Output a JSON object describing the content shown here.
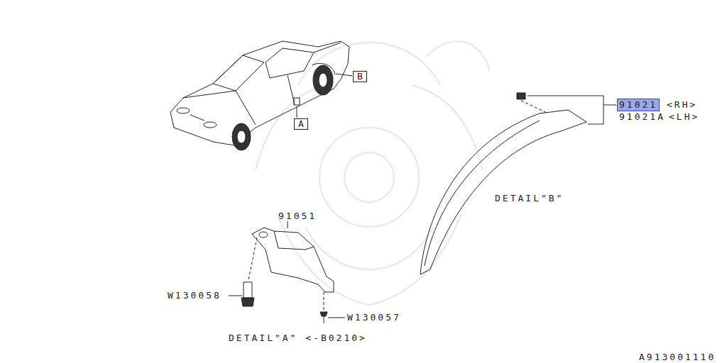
{
  "diagram": {
    "nodes": [
      {
        "text": [
          "B"
        ]
      },
      {
        "text": [
          "A"
        ]
      },
      {
        "text": [
          "91021"
        ]
      }
    ],
    "labels": [
      "<RH>",
      "91021A",
      "<LH>",
      "DETAIL\"B\"",
      "91051",
      "W130058",
      "W130057",
      "DETAIL\"A\" <-B0210>",
      "A913001110"
    ]
  }
}
